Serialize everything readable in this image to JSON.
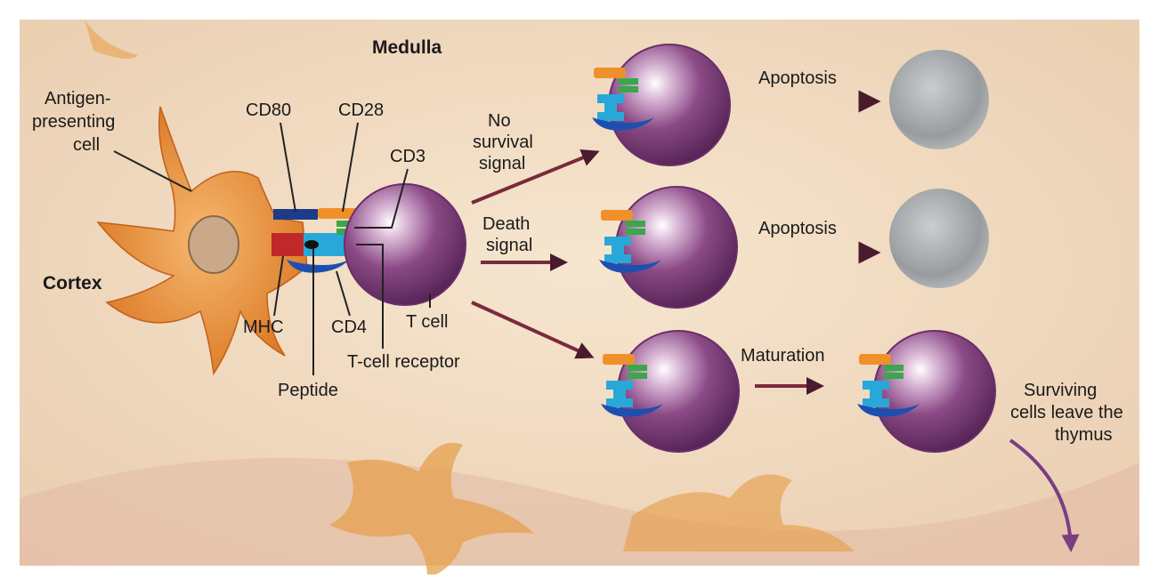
{
  "labels": {
    "medulla": "Medulla",
    "cortex": "Cortex",
    "apc_line1": "Antigen-",
    "apc_line2": "presenting",
    "apc_line3": "cell",
    "cd80": "CD80",
    "cd28": "CD28",
    "cd3": "CD3",
    "mhc": "MHC",
    "cd4": "CD4",
    "t_cell": "T cell",
    "tcr": "T-cell receptor",
    "peptide": "Peptide",
    "no_survival_1": "No",
    "no_survival_2": "survival",
    "no_survival_3": "signal",
    "death_1": "Death",
    "death_2": "signal",
    "apoptosis_1": "Apoptosis",
    "apoptosis_2": "Apoptosis",
    "maturation": "Maturation",
    "surviving_1": "Surviving",
    "surviving_2": "cells leave the",
    "surviving_3": "thymus"
  },
  "colors": {
    "background": "#f1dcc0",
    "apc": "#e8913a",
    "tcell": "#7a3d78",
    "dead_cell": "#9aa0a6",
    "arrow": "#5a2030",
    "cd80": "#1e3a8a",
    "cd28": "#f0902a",
    "cd3": "#3aa84a",
    "tcr": "#28a8d8",
    "mhc": "#c0282a",
    "cd4": "#1e4fb0",
    "peptide": "#111111"
  }
}
